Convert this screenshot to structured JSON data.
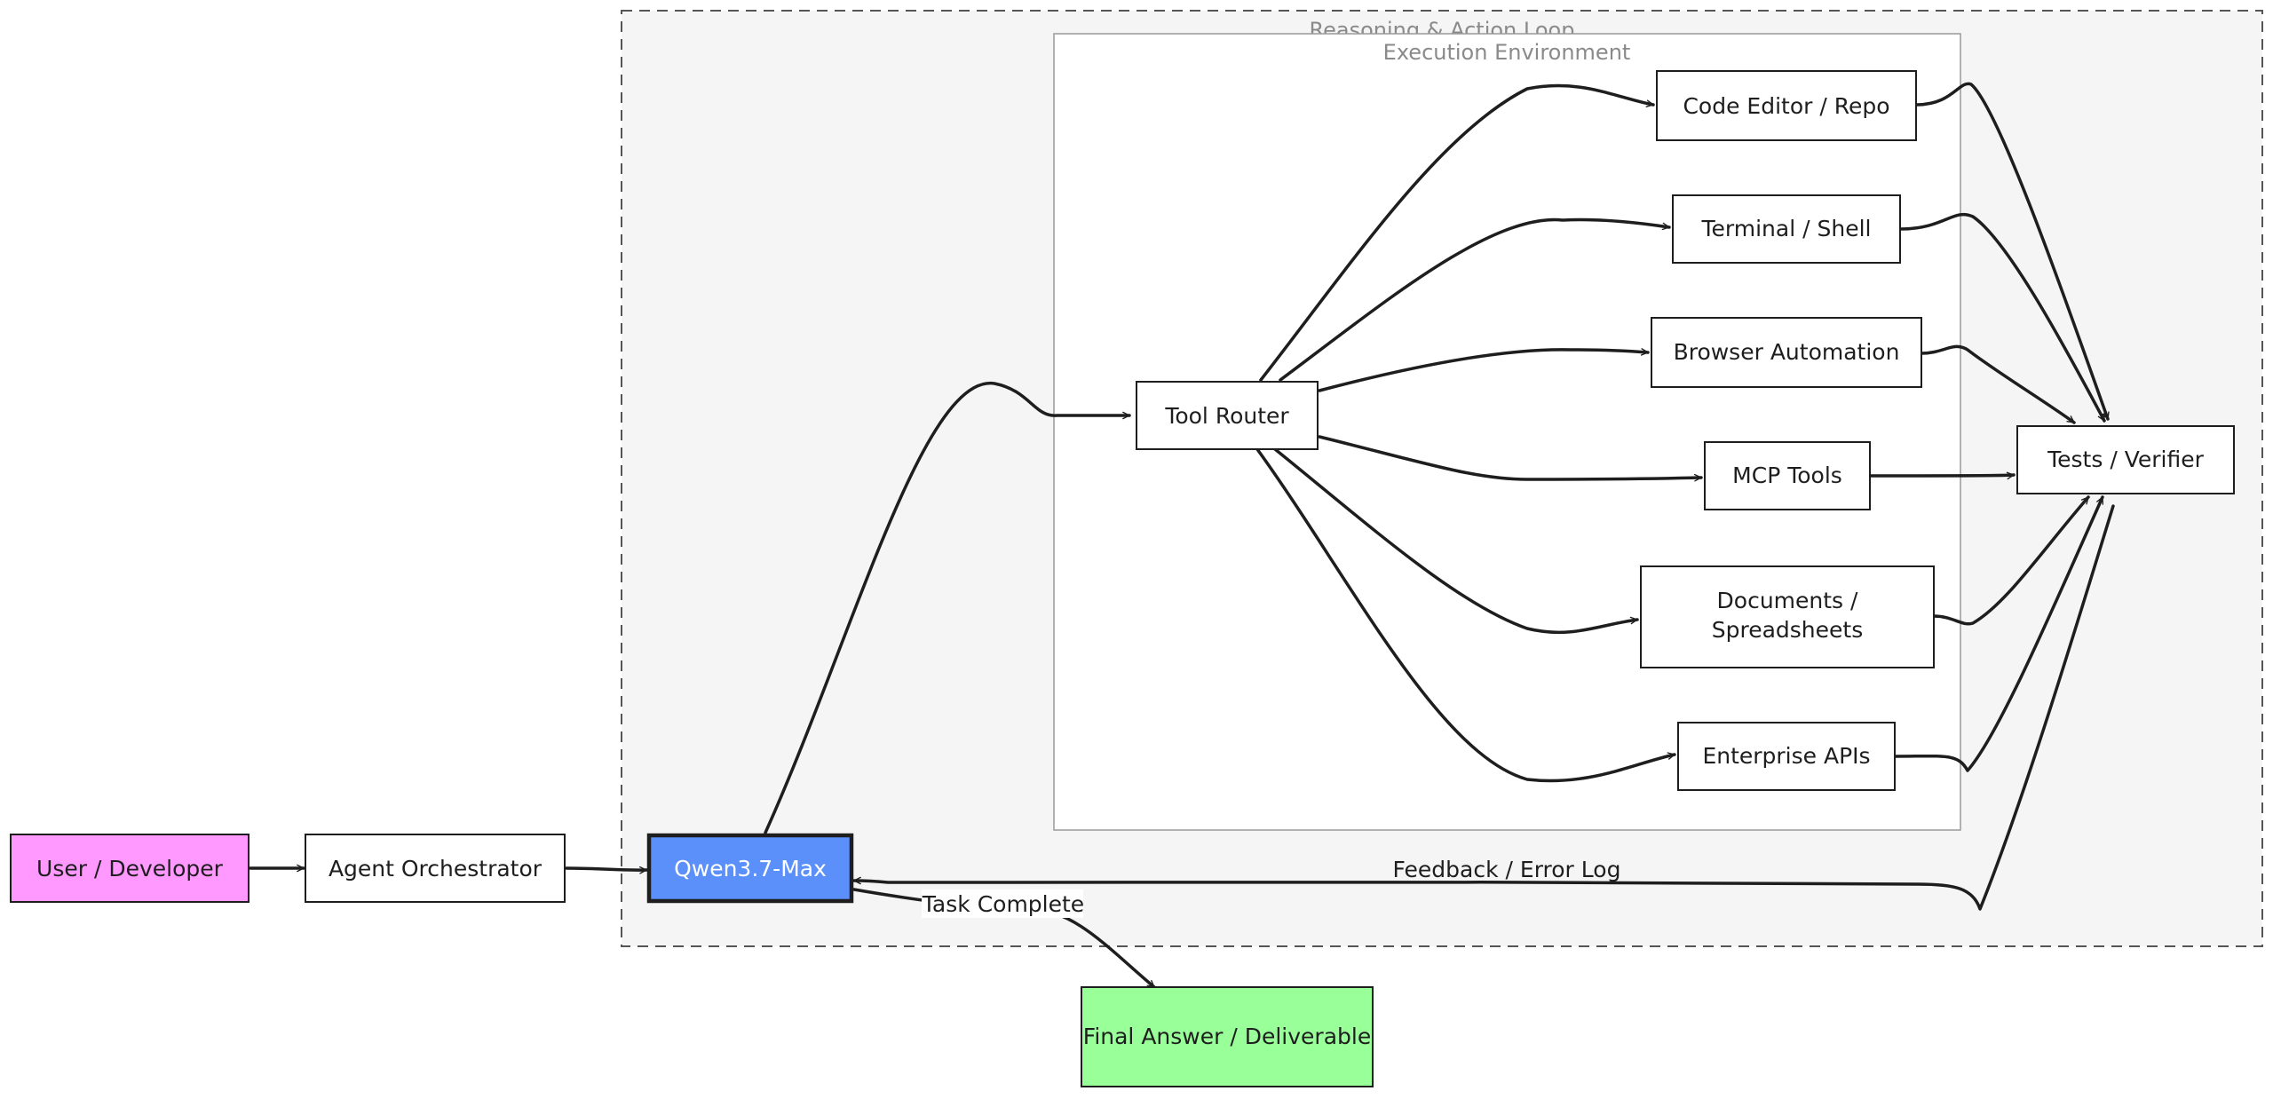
{
  "groups": {
    "outer": {
      "label": "Reasoning & Action Loop"
    },
    "inner": {
      "label": "Execution Environment"
    }
  },
  "nodes": {
    "user": {
      "label": "User / Developer",
      "fill": "#ff99ff"
    },
    "orchestrator": {
      "label": "Agent Orchestrator",
      "fill": "#ffffff"
    },
    "model": {
      "label": "Qwen3.7-Max",
      "fill": "#5b8ff9",
      "text_color": "#ffffff"
    },
    "router": {
      "label": "Tool Router",
      "fill": "#ffffff"
    },
    "code_editor": {
      "label": "Code Editor / Repo",
      "fill": "#ffffff"
    },
    "terminal": {
      "label": "Terminal / Shell",
      "fill": "#ffffff"
    },
    "browser": {
      "label": "Browser Automation",
      "fill": "#ffffff"
    },
    "mcp": {
      "label": "MCP Tools",
      "fill": "#ffffff"
    },
    "documents": {
      "label_line1": "Documents /",
      "label_line2": "Spreadsheets",
      "fill": "#ffffff"
    },
    "enterprise": {
      "label": "Enterprise APIs",
      "fill": "#ffffff"
    },
    "verifier": {
      "label": "Tests / Verifier",
      "fill": "#ffffff"
    },
    "final": {
      "label": "Final Answer / Deliverable",
      "fill": "#99ff99"
    }
  },
  "edges": {
    "feedback": {
      "label": "Feedback / Error Log"
    },
    "complete": {
      "label": "Task Complete"
    }
  },
  "colors": {
    "stroke": "#1e1e1e",
    "outer_group_fill": "#f5f5f5",
    "inner_group_fill": "#ffffff"
  }
}
